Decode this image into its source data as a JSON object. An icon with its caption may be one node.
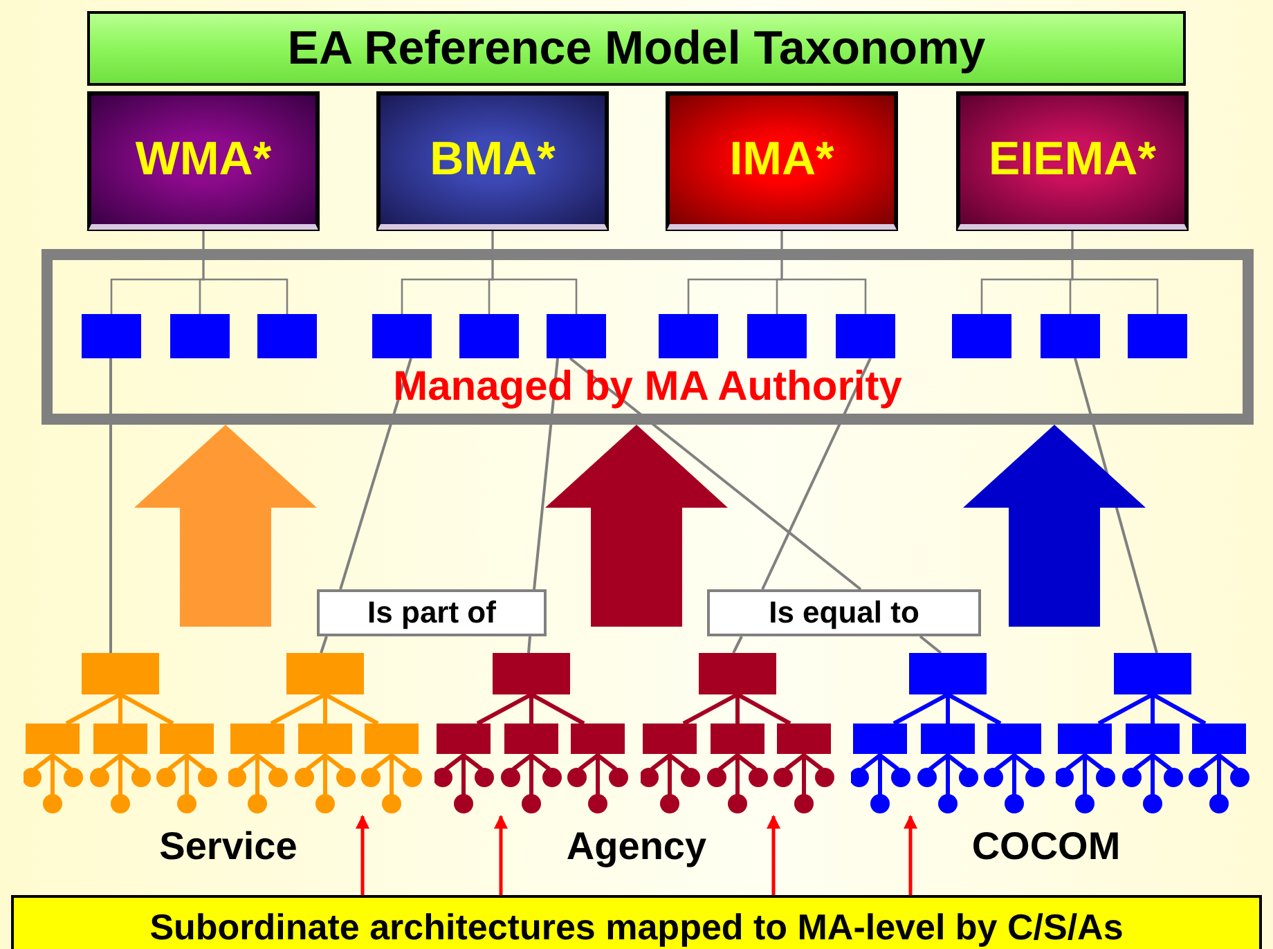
{
  "diagram": {
    "nodes": [
      {
        "text": [
          "EA Reference Model Taxonomy"
        ]
      },
      {
        "text": [
          "WMA*"
        ]
      },
      {
        "text": [
          "BMA*"
        ]
      },
      {
        "text": [
          "IMA*"
        ]
      },
      {
        "text": [
          "EIEMA*"
        ]
      },
      {
        "text": [
          "Managed by MA Authority"
        ]
      },
      {
        "text": [],
        "shape": "box",
        "in": 5
      },
      {
        "text": [],
        "shape": "box",
        "in": 5
      },
      {
        "text": [],
        "shape": "box",
        "in": 5
      },
      {
        "text": [],
        "shape": "box",
        "in": 5
      },
      {
        "text": [],
        "shape": "box",
        "in": 5
      },
      {
        "text": [],
        "shape": "box",
        "in": 5
      },
      {
        "text": [],
        "shape": "box",
        "in": 5
      },
      {
        "text": [],
        "shape": "box",
        "in": 5
      },
      {
        "text": [],
        "shape": "box",
        "in": 5
      },
      {
        "text": [],
        "shape": "box",
        "in": 5
      },
      {
        "text": [],
        "shape": "box",
        "in": 5
      },
      {
        "text": [],
        "shape": "box",
        "in": 5
      },
      {
        "text": [],
        "shape": "picture"
      },
      {
        "text": [],
        "shape": "picture"
      },
      {
        "text": [],
        "shape": "picture"
      },
      {
        "text": [],
        "shape": "picture"
      },
      {
        "text": [],
        "shape": "picture"
      },
      {
        "text": [],
        "shape": "picture"
      },
      {
        "text": [
          "Is part of"
        ]
      },
      {
        "text": [
          "Is equal to"
        ]
      },
      {
        "text": [
          "Subordinate architectures mapped to MA-level by C/S/As"
        ]
      }
    ],
    "edges": [
      {
        "from": 1,
        "to": 6,
        "arrow": "none"
      },
      {
        "from": 1,
        "to": 7,
        "arrow": "none"
      },
      {
        "from": 1,
        "to": 8,
        "arrow": "none"
      },
      {
        "from": 2,
        "to": 9,
        "arrow": "none"
      },
      {
        "from": 2,
        "to": 10,
        "arrow": "none"
      },
      {
        "from": 2,
        "to": 11,
        "arrow": "none"
      },
      {
        "from": 3,
        "to": 12,
        "arrow": "none"
      },
      {
        "from": 3,
        "to": 13,
        "arrow": "none"
      },
      {
        "from": 3,
        "to": 14,
        "arrow": "none"
      },
      {
        "from": 4,
        "to": 15,
        "arrow": "none"
      },
      {
        "from": 4,
        "to": 16,
        "arrow": "none"
      },
      {
        "from": 4,
        "to": 17,
        "arrow": "none"
      },
      {
        "from": 6,
        "to": 18,
        "arrow": "none"
      },
      {
        "from": 9,
        "to": 24,
        "arrow": "none"
      },
      {
        "from": 24,
        "to": 19,
        "arrow": "none"
      },
      {
        "from": 11,
        "to": 24,
        "arrow": "none"
      },
      {
        "from": 24,
        "to": 20,
        "arrow": "none"
      },
      {
        "from": 11,
        "to": 25,
        "arrow": "none"
      },
      {
        "from": 25,
        "to": 22,
        "arrow": "none"
      },
      {
        "from": 14,
        "to": 25,
        "arrow": "none"
      },
      {
        "from": 25,
        "to": 21,
        "arrow": "none"
      },
      {
        "from": 16,
        "to": 23,
        "arrow": "none"
      },
      {
        "from": 26,
        "to": 19,
        "arrow": "to",
        "color": "#ff0000"
      },
      {
        "from": 26,
        "to": 20,
        "arrow": "to",
        "color": "#ff0000"
      },
      {
        "from": 26,
        "to": 21,
        "arrow": "to",
        "color": "#ff0000"
      },
      {
        "from": 26,
        "to": 22,
        "arrow": "to",
        "color": "#ff0000"
      },
      {
        "from": null,
        "to": 5,
        "arrow": "to",
        "style": "thick",
        "color": "#ff9933"
      },
      {
        "from": null,
        "to": 5,
        "arrow": "to",
        "style": "thick",
        "color": "#a50021"
      },
      {
        "from": null,
        "to": 5,
        "arrow": "to",
        "style": "thick",
        "color": "#0000cc"
      }
    ],
    "labels": [
      "Service",
      "Agency",
      "COCOM"
    ]
  }
}
